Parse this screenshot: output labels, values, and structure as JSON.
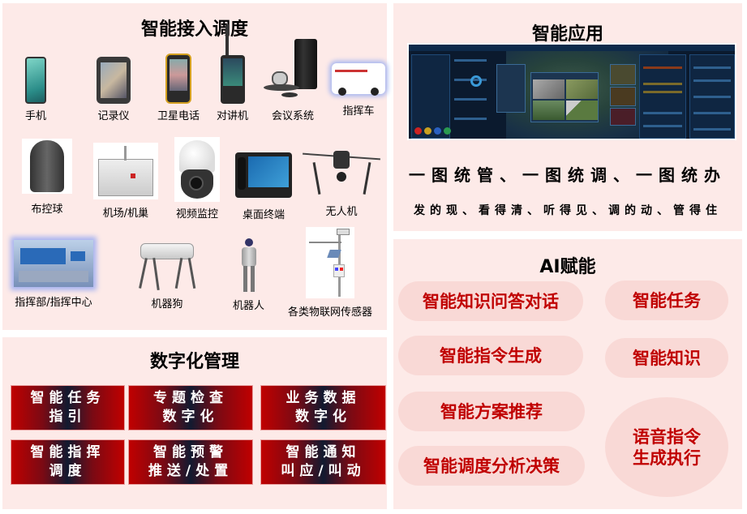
{
  "access_panel": {
    "title": "智能接入调度",
    "devices": [
      {
        "label": "手机",
        "icon": "smartphone-icon"
      },
      {
        "label": "记录仪",
        "icon": "body-camera-icon"
      },
      {
        "label": "卫星电话",
        "icon": "satellite-phone-icon"
      },
      {
        "label": "对讲机",
        "icon": "walkie-talkie-icon"
      },
      {
        "label": "会议系统",
        "icon": "conference-system-icon"
      },
      {
        "label": "指挥车",
        "icon": "command-vehicle-icon"
      },
      {
        "label": "布控球",
        "icon": "deployable-camera-ball-icon"
      },
      {
        "label": "机场/机巢",
        "icon": "drone-dock-icon"
      },
      {
        "label": "视频监控",
        "icon": "dome-camera-icon"
      },
      {
        "label": "桌面终端",
        "icon": "desktop-terminal-icon"
      },
      {
        "label": "无人机",
        "icon": "drone-icon"
      },
      {
        "label": "指挥部/指挥中心",
        "icon": "command-center-icon"
      },
      {
        "label": "机器狗",
        "icon": "robot-dog-icon"
      },
      {
        "label": "机器人",
        "icon": "humanoid-robot-icon"
      },
      {
        "label": "各类物联网传感器",
        "icon": "iot-sensor-pole-icon"
      }
    ]
  },
  "digital_panel": {
    "title": "数字化管理",
    "boxes": [
      {
        "line1": "智能任务",
        "line2": "指引"
      },
      {
        "line1": "专题检查",
        "line2": "数字化"
      },
      {
        "line1": "业务数据",
        "line2": "数字化"
      },
      {
        "line1": "智能指挥",
        "line2": "调度"
      },
      {
        "line1": "智能预警",
        "line2": "推送/处置"
      },
      {
        "line1": "智能通知",
        "line2": "叫应/叫动"
      }
    ],
    "colors": {
      "edge": "#c00000",
      "center": "#121a30"
    }
  },
  "app_panel": {
    "title": "智能应用",
    "slogan_main": "一图统管、一图统调、一图统办",
    "slogan_sub": "发的现、看得清、听得见、调的动、管得住"
  },
  "ai_panel": {
    "title": "AI赋能",
    "items": [
      {
        "label": "智能知识问答对话"
      },
      {
        "label": "智能任务"
      },
      {
        "label": "智能指令生成"
      },
      {
        "label": "智能知识"
      },
      {
        "label": "智能方案推荐"
      },
      {
        "label": "智能调度分析决策"
      },
      {
        "line1": "语音指令",
        "line2": "生成执行"
      }
    ],
    "colors": {
      "text": "#c00000",
      "pill": "#f9d9d6"
    }
  },
  "colors": {
    "panel_bg": "#fdeae8",
    "page_bg": "#ffffff"
  }
}
